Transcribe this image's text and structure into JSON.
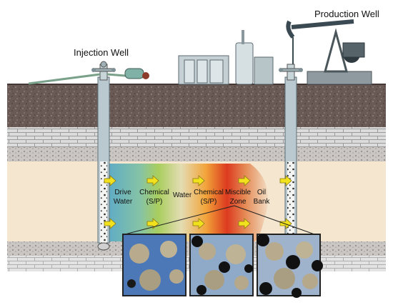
{
  "labels": {
    "production_well": "Production Well",
    "injection_well": "Injection Well"
  },
  "zones": [
    {
      "lines": [
        "Drive",
        "Water"
      ]
    },
    {
      "lines": [
        "Chemical",
        "(S/P)"
      ]
    },
    {
      "lines": [
        "Water"
      ]
    },
    {
      "lines": [
        "Chemical",
        "(S/P)"
      ]
    },
    {
      "lines": [
        "Miscible",
        "Zone"
      ]
    },
    {
      "lines": [
        "Oil",
        "Bank"
      ]
    }
  ],
  "colors": {
    "drive_water": "#56a6c8",
    "chemical": "#9ec75a",
    "water": "#e3dcb2",
    "chemical_2": "#f1a43a",
    "miscible": "#d9321e",
    "oil_bank": "#e8b37a",
    "arrow": "#f2e21d",
    "topsoil": "#6c5a52",
    "pipe": "#b9c9cf"
  },
  "icons": [
    "pump-jack-icon",
    "storage-tanks-icon",
    "wellhead-icon",
    "flow-arrow-icon"
  ]
}
